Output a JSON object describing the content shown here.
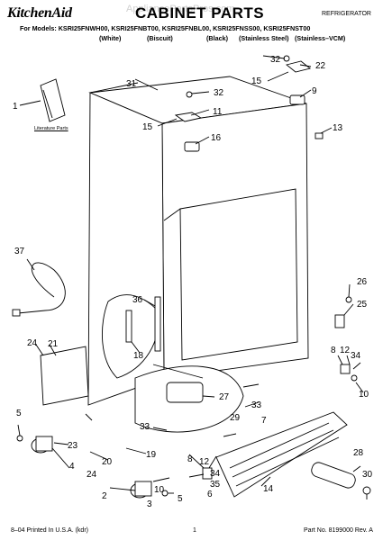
{
  "header": {
    "brand": "KitchenAid",
    "title": "CABINET PARTS",
    "category": "REFRIGERATOR",
    "models_line": "For Models: KSRI25FNWH00, KSRI25FNBT00, KSRI25FNBL00, KSRI25FNSS00, KSRI25FNST00",
    "finishes": [
      "(White)",
      "(Biscuit)",
      "(Black)",
      "(Stainless Steel)",
      "(Stainless–VCM)"
    ],
    "watermark": "AppliancePartsPros.com"
  },
  "literature_label": "Literature Parts",
  "callouts": [
    "1",
    "2",
    "3",
    "4",
    "5",
    "6",
    "7",
    "8",
    "9",
    "10",
    "11",
    "12",
    "13",
    "14",
    "15",
    "16",
    "18",
    "19",
    "20",
    "21",
    "22",
    "23",
    "24",
    "25",
    "26",
    "27",
    "28",
    "29",
    "30",
    "31",
    "32",
    "33",
    "34",
    "35",
    "36",
    "37"
  ],
  "footer": {
    "printed": "8–04 Printed In U.S.A. (kdr)",
    "page": "1",
    "part_no": "Part No. 8199000 Rev. A"
  }
}
